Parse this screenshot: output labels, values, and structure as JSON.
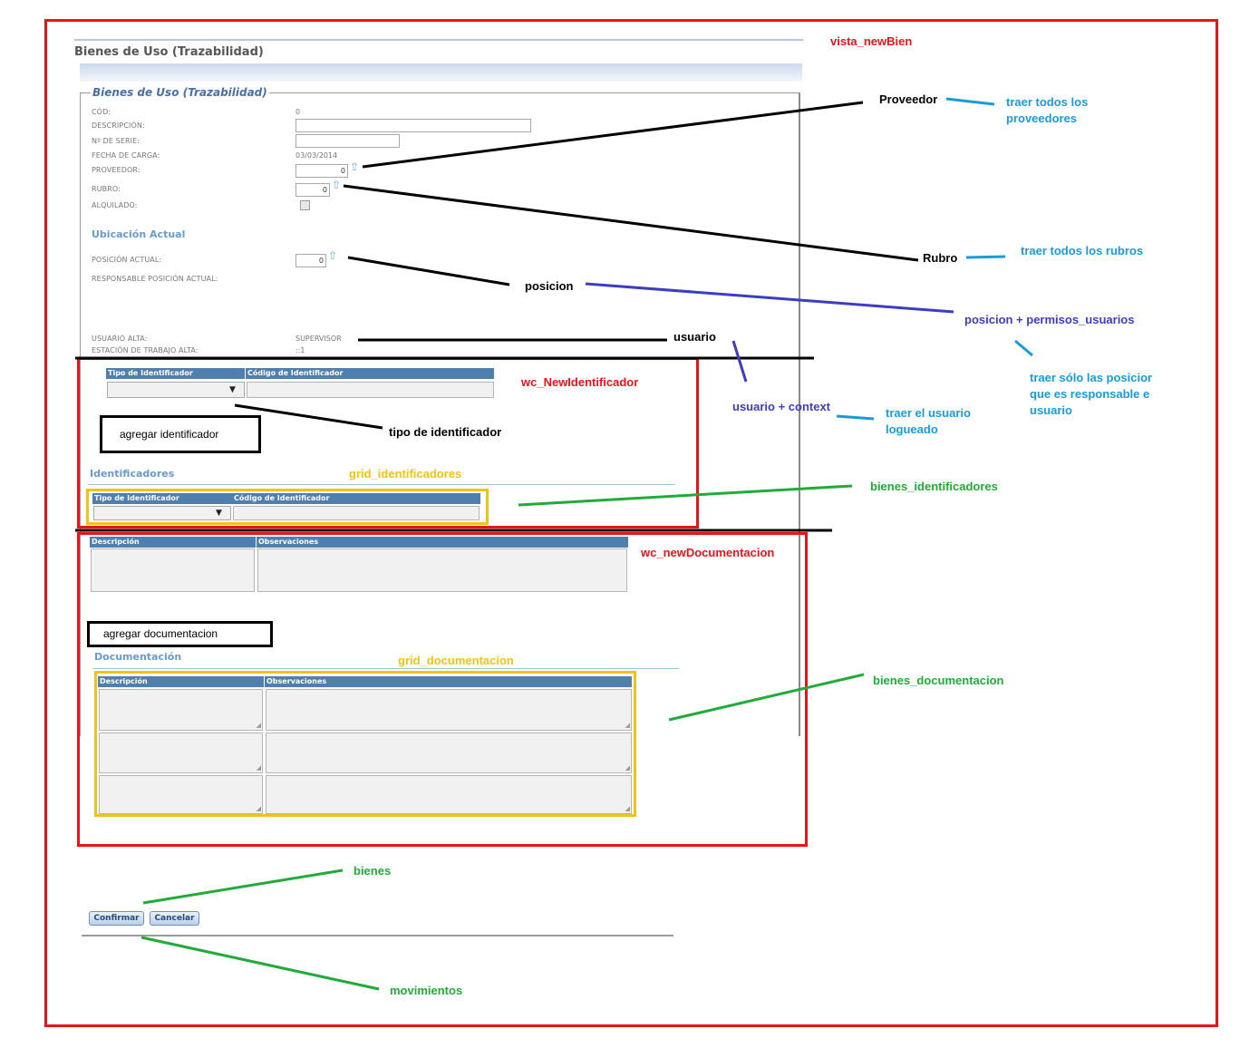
{
  "app": {
    "page_title": "Bienes de Uso (Trazabilidad)",
    "legend": "Bienes de Uso (Trazabilidad)"
  },
  "form": {
    "cod_label": "CÓD:",
    "cod_value": "0",
    "descripcion_label": "DESCRIPCIÓN:",
    "descripcion_value": "",
    "serie_label": "Nº DE SERIE:",
    "serie_value": "",
    "fecha_label": "FECHA DE CARGA:",
    "fecha_value": "03/03/2014",
    "proveedor_label": "PROVEEDOR:",
    "proveedor_value": "0",
    "rubro_label": "RUBRO:",
    "rubro_value": "0",
    "alquilado_label": "ALQUILADO:",
    "ubicacion_title": "Ubicación Actual",
    "posicion_label": "POSICIÓN ACTUAL:",
    "posicion_value": "0",
    "responsable_label": "RESPONSABLE POSICIÓN ACTUAL:",
    "usuario_alta_label": "USUARIO ALTA:",
    "usuario_alta_value": "SUPERVISOR",
    "estacion_label": "ESTACIÓN DE TRABAJO ALTA:",
    "estacion_value": "::1"
  },
  "identificador": {
    "col_tipo": "Tipo de Identificador",
    "col_codigo": "Código de Identificador",
    "grid_title": "Identificadores",
    "grid_col_tipo": "Tipo de Identificador",
    "grid_col_codigo": "Código de Identificador"
  },
  "documentacion": {
    "col_descripcion": "Descripción",
    "col_observaciones": "Observaciones",
    "grid_title": "Documentación",
    "grid_col_descripcion": "Descripción",
    "grid_col_observaciones": "Observaciones"
  },
  "buttons": {
    "confirmar": "Confirmar",
    "cancelar": "Cancelar"
  },
  "annotations": {
    "vista_newBien": "vista_newBien",
    "wc_NewIdentificador": "wc_NewIdentificador",
    "wc_newDocumentacion": "wc_newDocumentacion",
    "proveedor": "Proveedor",
    "traer_proveedores_1": "traer todos los",
    "traer_proveedores_2": "proveedores",
    "rubro": "Rubro",
    "traer_rubros": "traer todos los rubros",
    "posicion": "posicion",
    "posicion_permisos": "posicion  + permisos_usuarios",
    "traer_posicion_1": "traer sólo las posicior",
    "traer_posicion_2": "que es responsable e",
    "traer_posicion_3": "usuario",
    "usuario": "usuario",
    "usuario_context": "usuario + context",
    "traer_usuario_1": "traer el usuario",
    "traer_usuario_2": "logueado",
    "tipo_identificador": "tipo de identificador",
    "agregar_identificador": "agregar identificador",
    "grid_identificadores": "grid_identificadores",
    "bienes_identificadores": "bienes_identificadores",
    "agregar_documentacion": "agregar documentacion",
    "grid_documentacion": "grid_documentacion",
    "bienes_documentacion": "bienes_documentacion",
    "bienes": "bienes",
    "movimientos": "movimientos"
  },
  "colors": {
    "annotation_red": "#e8141c",
    "annotation_yellow": "#f2c218",
    "annotation_green": "#22aa3a",
    "annotation_cyan": "#1a9bd8",
    "annotation_blue": "#3d3dbf",
    "grid_header": "#4f7fae"
  }
}
